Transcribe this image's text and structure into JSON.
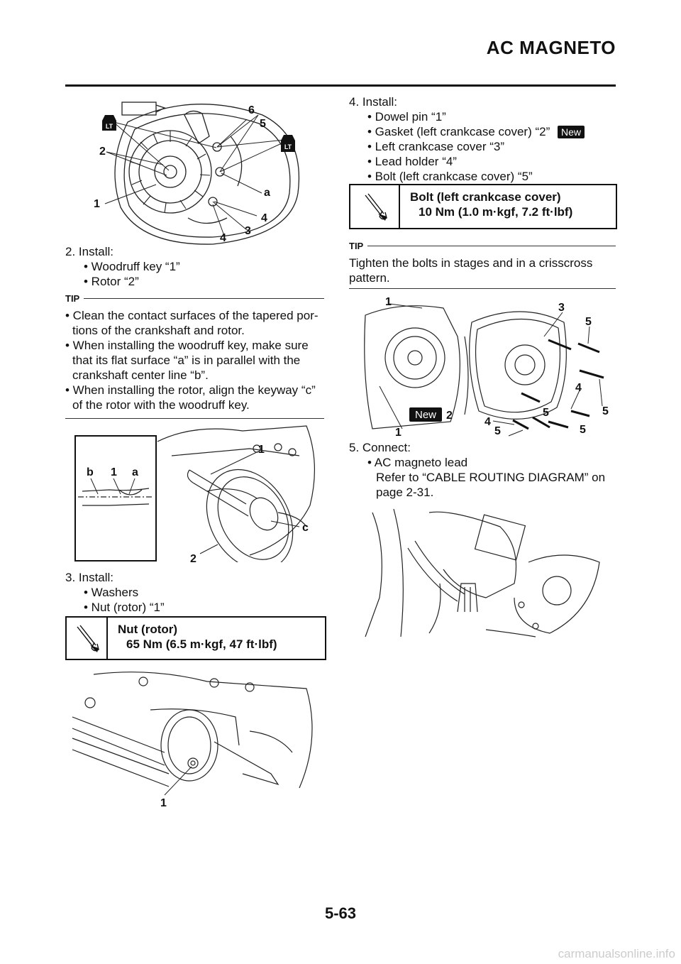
{
  "header": {
    "title": "AC MAGNETO"
  },
  "fig1": {
    "labels": {
      "six": "6",
      "five": "5",
      "two": "2",
      "one": "1",
      "a": "a",
      "four_r": "4",
      "three": "3",
      "four_b": "4"
    },
    "lt1": "LT",
    "lt2": "LT"
  },
  "step2": {
    "title": "2. Install:",
    "items": [
      "• Woodruff key “1”",
      "• Rotor “2”"
    ]
  },
  "tip1": {
    "label": "TIP",
    "items": [
      [
        "• Clean the contact surfaces of the tapered por-",
        "tions of the crankshaft and rotor."
      ],
      [
        "• When installing the woodruff key, make sure",
        "that its flat surface “a” is in parallel with the",
        "crankshaft center line “b”."
      ],
      [
        "• When installing the rotor, align the keyway “c”",
        "of the rotor with the woodruff key."
      ]
    ]
  },
  "fig2": {
    "labels": {
      "b": "b",
      "one_inset": "1",
      "a": "a",
      "one": "1",
      "c": "c",
      "two": "2"
    }
  },
  "step3": {
    "title": "3. Install:",
    "items": [
      "• Washers",
      "• Nut (rotor) “1”"
    ]
  },
  "spec1": {
    "name": "Nut (rotor)",
    "value": "65 Nm (6.5 m·kgf, 47 ft·lbf)"
  },
  "fig3": {
    "labels": {
      "one": "1"
    }
  },
  "step4": {
    "title": "4. Install:",
    "items": [
      "• Dowel pin “1”",
      "• Gasket (left crankcase cover) “2”",
      "• Left crankcase cover “3”",
      "• Lead holder “4”",
      "• Bolt (left crankcase cover) “5”"
    ],
    "new_badge": "New"
  },
  "spec2": {
    "name": "Bolt (left crankcase cover)",
    "value": "10 Nm (1.0 m·kgf, 7.2 ft·lbf)"
  },
  "tip2": {
    "label": "TIP",
    "lines": [
      "Tighten the bolts in stages and in a crisscross",
      "pattern."
    ]
  },
  "fig4": {
    "labels": {
      "one_t": "1",
      "three": "3",
      "five_a": "5",
      "four_a": "4",
      "five_b": "5",
      "five_c": "5",
      "two": "2",
      "four_b": "4",
      "five_d": "5",
      "five_e": "5",
      "one_b": "1"
    },
    "new_badge": "New"
  },
  "step5": {
    "title": "5. Connect:",
    "items": [
      "• AC magneto lead"
    ],
    "ref": [
      "Refer to “CABLE ROUTING DIAGRAM” on",
      "page 2-31."
    ]
  },
  "footer": {
    "page": "5-63",
    "watermark": "carmanualsonline.info"
  }
}
